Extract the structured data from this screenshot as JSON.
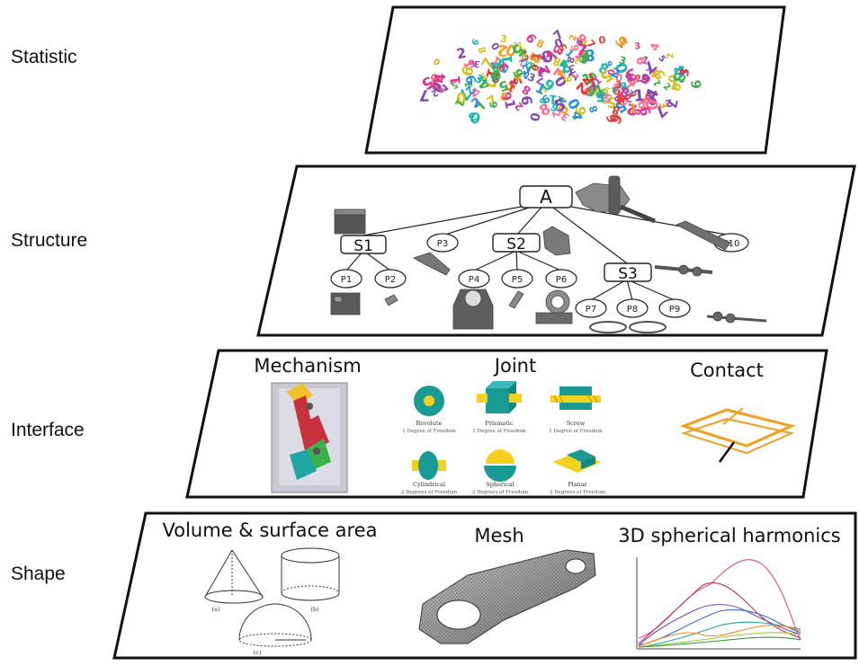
{
  "layers": {
    "statistic": {
      "label": "Statistic"
    },
    "structure": {
      "label": "Structure",
      "root": "A",
      "subassemblies": [
        "S1",
        "S2",
        "S3"
      ],
      "parts": [
        "P1",
        "P2",
        "P3",
        "P4",
        "P5",
        "P6",
        "P7",
        "P8",
        "P9",
        "P10"
      ]
    },
    "interface": {
      "label": "Interface",
      "mechanism_title": "Mechanism",
      "joint_title": "Joint",
      "contact_title": "Contact",
      "joints": [
        {
          "name": "Revolute",
          "dof": "1 Degree of Freedom"
        },
        {
          "name": "Prismatic",
          "dof": "1 Degree of Freedom"
        },
        {
          "name": "Screw",
          "dof": "1 Degree of Freedom"
        },
        {
          "name": "Cylindrical",
          "dof": "2 Degrees of Freedom"
        },
        {
          "name": "Spherical",
          "dof": "3 Degrees of Freedom"
        },
        {
          "name": "Planar",
          "dof": "3 Degrees of Freedom"
        }
      ]
    },
    "shape": {
      "label": "Shape",
      "volume_title": "Volume & surface area",
      "mesh_title": "Mesh",
      "harmonics_title": "3D spherical harmonics",
      "shape_captions": [
        "(a)",
        "(b)",
        "(c)"
      ]
    }
  },
  "colors": {
    "panel_border": "#111111",
    "joint_teal": "#1a9a95",
    "joint_yellow": "#f2d21e",
    "contact_orange": "#f0a020",
    "mechanism_red": "#c8323c",
    "mechanism_green": "#3cb14a"
  }
}
